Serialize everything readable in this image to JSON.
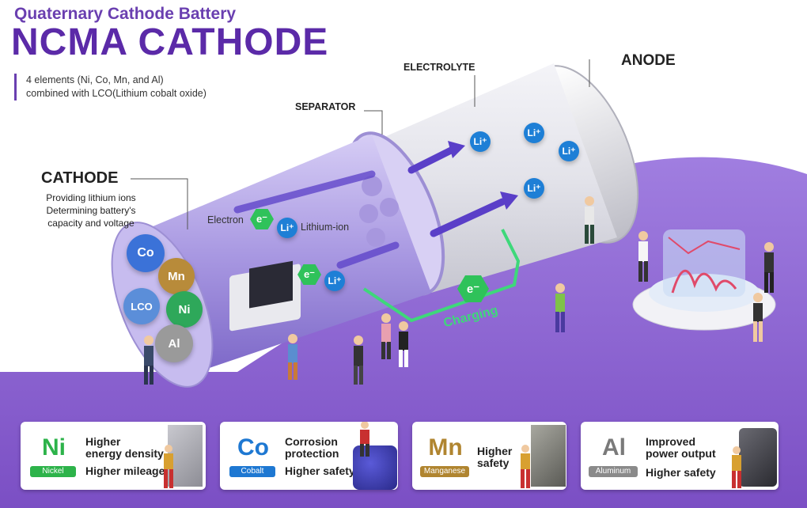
{
  "header": {
    "subtitle": "Quaternary Cathode Battery",
    "title": "NCMA CATHODE",
    "desc_line1": "4 elements (Ni, Co, Mn, and Al)",
    "desc_line2": "combined with LCO(Lithium cobalt oxide)"
  },
  "labels": {
    "electrolyte": "ELECTROLYTE",
    "anode": "ANODE",
    "separator": "SEPARATOR",
    "cathode": "CATHODE",
    "cathode_desc1": "Providing lithium ions",
    "cathode_desc2": "Determining battery's",
    "cathode_desc3": "capacity and voltage",
    "electron": "Electron",
    "lithium_ion": "Lithium-ion",
    "charging": "Charging",
    "e_symbol": "e⁻",
    "li_symbol": "Li⁺"
  },
  "elements": [
    "Co",
    "Mn",
    "LCO",
    "Ni",
    "Al"
  ],
  "cards": [
    {
      "symbol": "Ni",
      "name": "Nickel",
      "line1": "Higher",
      "line2": "energy density",
      "line3": "Higher mileage",
      "color": "#2db34a"
    },
    {
      "symbol": "Co",
      "name": "Cobalt",
      "line1": "Corrosion",
      "line2": "protection",
      "line3": "Higher safety",
      "color": "#1e78d2"
    },
    {
      "symbol": "Mn",
      "name": "Manganese",
      "line1": "Higher",
      "line2": "safety",
      "color": "#b08530"
    },
    {
      "symbol": "Al",
      "name": "Aluminum",
      "line1": "Improved",
      "line2": "power output",
      "line3": "Higher safety",
      "color": "#8a8a8a"
    }
  ],
  "colors": {
    "purple": "#6a3fb0",
    "floor": "#8b5fd0",
    "cathode_cyl": "#b9aee8",
    "li_blue": "#1e7fd6",
    "electron_green": "#2fc25a"
  }
}
